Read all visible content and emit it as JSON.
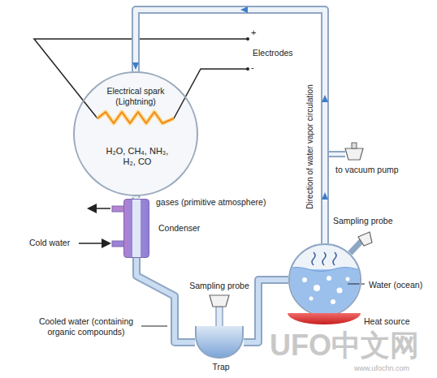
{
  "diagram": {
    "nodes": [
      {
        "text": [
          "Electrical spark (Lightning)",
          "H₂O, CH₄, NH₃, H₂, CO"
        ]
      },
      {
        "text": [
          "Condenser"
        ]
      },
      {
        "text": [
          "Trap"
        ]
      },
      {
        "text": [
          "Water (ocean)"
        ]
      },
      {
        "text": [
          "Heat source"
        ]
      }
    ],
    "edges": [
      {
        "from": 0,
        "to": 1,
        "arrow": "none"
      },
      {
        "from": 1,
        "to": 2,
        "arrow": "none"
      },
      {
        "from": 2,
        "to": 3,
        "arrow": "none"
      },
      {
        "from": 3,
        "to": 0,
        "arrow": "to"
      }
    ],
    "labels": [
      "+",
      "Electrodes",
      "-",
      "gases (primitive atmosphere)",
      "Cold water",
      "Cooled water (containing organic compounds)",
      "Sampling probe",
      "Sampling probe",
      "Direction of water vapor circulation",
      "to vacuum pump",
      "UFO中文网",
      "www.ufochn.com"
    ]
  }
}
